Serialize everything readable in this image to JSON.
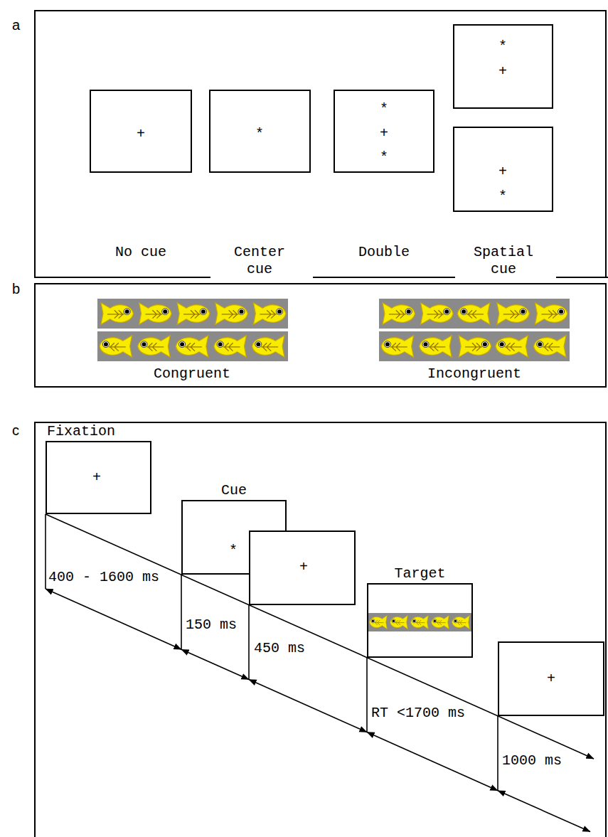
{
  "diagram": {
    "nodes": [
      {
        "text": [
          "a"
        ]
      },
      {
        "text": [
          "+"
        ],
        "in": 0
      },
      {
        "text": [
          "*"
        ],
        "in": 0
      },
      {
        "text": [
          "*",
          "+",
          "*"
        ],
        "in": 0
      },
      {
        "text": [
          "*",
          "+"
        ],
        "in": 0
      },
      {
        "text": [
          "+",
          "*"
        ],
        "in": 0
      },
      {
        "text": [
          "b"
        ]
      },
      {
        "text": [
          "c"
        ]
      },
      {
        "text": [
          "Fixation",
          "+"
        ],
        "in": 7
      },
      {
        "text": [
          "Cue",
          "*"
        ],
        "in": 7
      },
      {
        "text": [
          "+"
        ],
        "in": 7
      },
      {
        "text": [
          "Target"
        ],
        "in": 7
      },
      {
        "text": [
          "+"
        ],
        "in": 7
      }
    ],
    "labels": [
      "No cue",
      "Center cue",
      "Double",
      "Spatial cue",
      "Congruent",
      "Incongruent",
      "400 - 1600 ms",
      "150 ms",
      "450 ms",
      "RT <1700 ms",
      "1000 ms"
    ]
  }
}
